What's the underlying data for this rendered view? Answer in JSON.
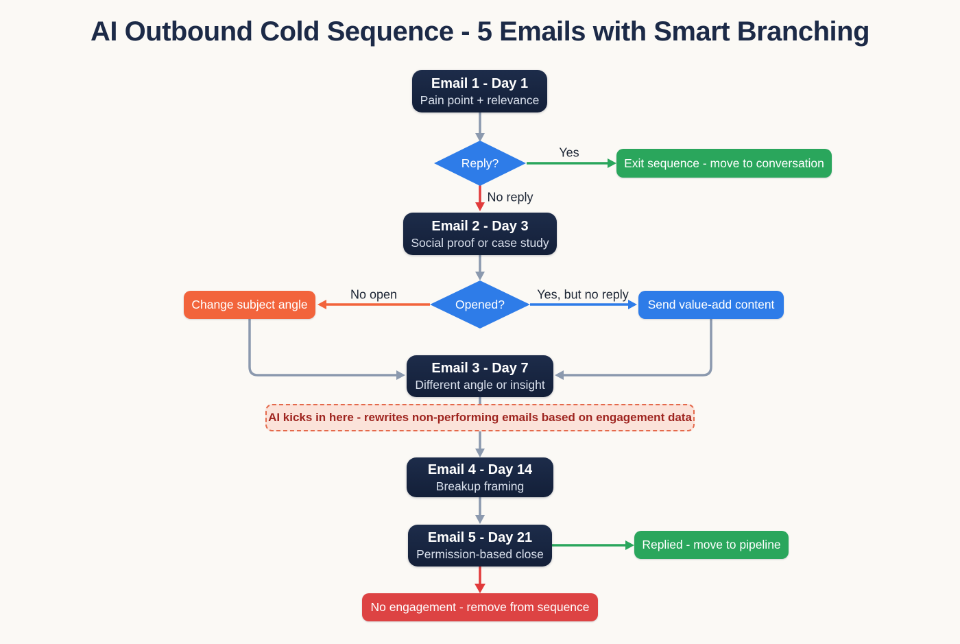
{
  "title": "AI Outbound Cold Sequence - 5 Emails with Smart Branching",
  "colors": {
    "background": "#fbf9f5",
    "node_navy": "#172440",
    "decision_blue": "#2e7ce8",
    "success_green": "#2aa65c",
    "warning_orange": "#f2643c",
    "danger_red": "#dd4343",
    "connector_gray": "#8b99ae",
    "ai_note_bg": "#fbe3da",
    "ai_note_border": "#e4694b",
    "ai_note_text": "#9e241f"
  },
  "nodes": {
    "email1": {
      "title": "Email 1 - Day 1",
      "subtitle": "Pain point + relevance"
    },
    "reply_decision": {
      "label": "Reply?"
    },
    "exit_sequence": {
      "label": "Exit sequence - move to conversation"
    },
    "email2": {
      "title": "Email 2 - Day 3",
      "subtitle": "Social proof or case study"
    },
    "opened_decision": {
      "label": "Opened?"
    },
    "change_subject": {
      "label": "Change subject angle"
    },
    "send_value": {
      "label": "Send value-add content"
    },
    "email3": {
      "title": "Email 3 - Day 7",
      "subtitle": "Different angle or insight"
    },
    "ai_note": {
      "label": "AI kicks in here - rewrites non-performing emails based on engagement data"
    },
    "email4": {
      "title": "Email 4 - Day 14",
      "subtitle": "Breakup framing"
    },
    "email5": {
      "title": "Email 5 - Day 21",
      "subtitle": "Permission-based close"
    },
    "replied": {
      "label": "Replied - move to pipeline"
    },
    "no_engagement": {
      "label": "No engagement - remove from sequence"
    }
  },
  "edge_labels": {
    "yes": "Yes",
    "no_reply": "No reply",
    "no_open": "No open",
    "yes_but_no_reply": "Yes, but no reply"
  }
}
